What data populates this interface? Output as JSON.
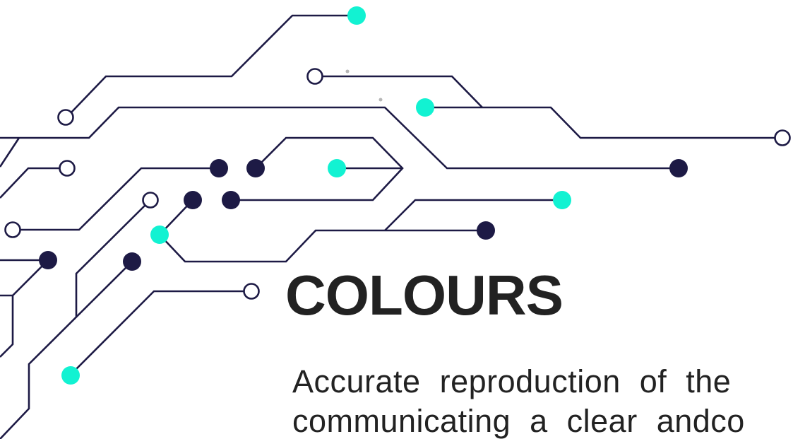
{
  "section": {
    "heading": "COLOURS",
    "body_lines": [
      "Accurate reproduction of the",
      "communicating a clear andco"
    ]
  },
  "decoration": {
    "name": "circuit-board-graphic",
    "colors": {
      "trace": "#1d1a45",
      "node_accent": "#12f2d2",
      "node_dark": "#1d1a45",
      "text": "#222222",
      "background": "#ffffff"
    }
  }
}
